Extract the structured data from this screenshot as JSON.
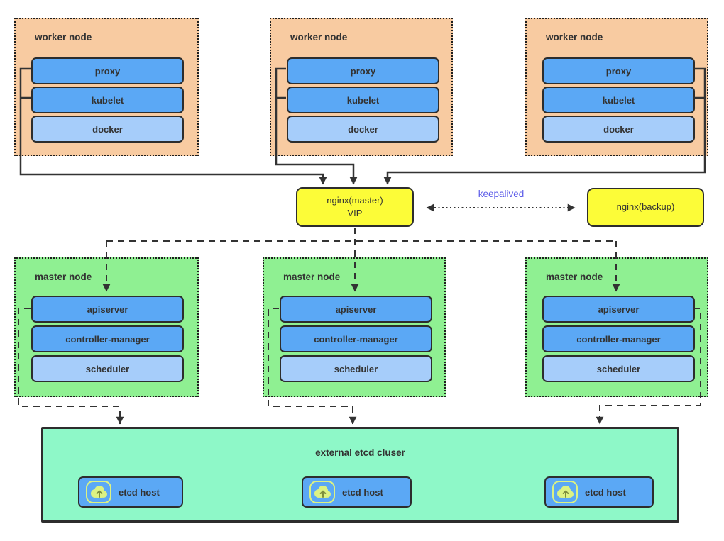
{
  "diagram": {
    "worker_nodes": [
      {
        "label": "worker node",
        "components": [
          "proxy",
          "kubelet",
          "docker"
        ]
      },
      {
        "label": "worker node",
        "components": [
          "proxy",
          "kubelet",
          "docker"
        ]
      },
      {
        "label": "worker node",
        "components": [
          "proxy",
          "kubelet",
          "docker"
        ]
      }
    ],
    "load_balancer": {
      "master": {
        "line1": "nginx(master)",
        "line2": "VIP"
      },
      "backup": {
        "label": "nginx(backup)"
      },
      "link_label": "keepalived"
    },
    "master_nodes": [
      {
        "label": "master node",
        "components": [
          "apiserver",
          "controller-manager",
          "scheduler"
        ]
      },
      {
        "label": "master node",
        "components": [
          "apiserver",
          "controller-manager",
          "scheduler"
        ]
      },
      {
        "label": "master node",
        "components": [
          "apiserver",
          "controller-manager",
          "scheduler"
        ]
      }
    ],
    "etcd_cluster": {
      "title": "external etcd cluser",
      "hosts": [
        {
          "label": "etcd host"
        },
        {
          "label": "etcd host"
        },
        {
          "label": "etcd host"
        }
      ]
    },
    "colors": {
      "worker_bg": "#F8CBA1",
      "master_bg": "#8FF092",
      "etcd_bg": "#8EF8C8",
      "component_blue": "#5BA8F5",
      "component_light_blue": "#A6CDFA",
      "nginx_yellow": "#FCFC38",
      "keepalived_text": "#5B5BE8",
      "line": "#333333",
      "icon_green": "#DCF283"
    }
  }
}
